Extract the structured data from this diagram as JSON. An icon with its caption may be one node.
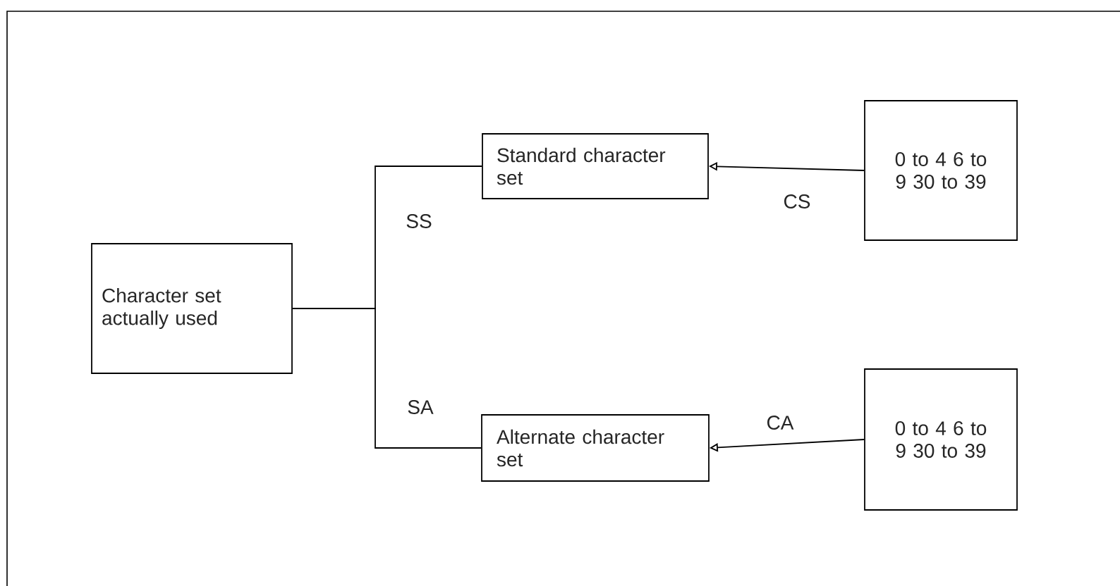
{
  "diagram": {
    "nodes": [
      {
        "text": [
          "Character set actually used"
        ]
      },
      {
        "text": [
          "Standard character set"
        ]
      },
      {
        "text": [
          "0 to 4 6 to 9 30 to 39"
        ]
      },
      {
        "text": [
          "Alternate character set"
        ]
      },
      {
        "text": [
          "0 to 4 6 to 9 30 to 39"
        ]
      }
    ],
    "edges": [
      {
        "from": 0,
        "to": 1,
        "arrow": "none",
        "label": "SS"
      },
      {
        "from": 0,
        "to": 3,
        "arrow": "none",
        "label": "SA"
      },
      {
        "from": 2,
        "to": 1,
        "arrow": "to",
        "label": "CS"
      },
      {
        "from": 4,
        "to": 3,
        "arrow": "to",
        "label": "CA"
      }
    ]
  }
}
